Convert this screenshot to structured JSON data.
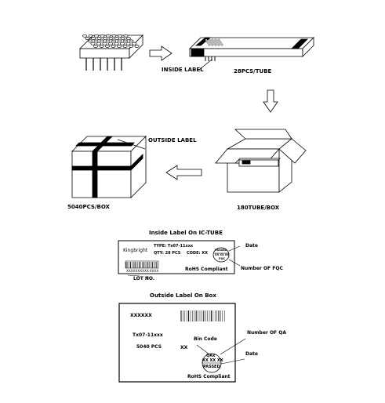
{
  "step_labels": {
    "inside_label": "INSIDE LABEL",
    "pcs_per_tube": "28PCS/TUBE",
    "outside_label": "OUTSIDE LABEL",
    "tubes_per_box": "180TUBE/BOX",
    "pcs_per_box": "5040PCS/BOX"
  },
  "inside_label_section": {
    "title": "Inside Label On IC-TUBE",
    "brand": "Kingbright",
    "type_line": "TYPE: Tx07-11xxx",
    "qty_line": "QTY: 28 PCS",
    "code_line": "CODE: XX",
    "barcode_text": "XXXXXXXXXX-XXXX",
    "rohs": "RoHS Compliant",
    "lot_no": "LOT NO.",
    "date_callout": "Date",
    "fqc_callout": "Number OF FQC",
    "seal_passed": "PASSED",
    "seal_codes": "XX  XX  XX",
    "seal_fqc": "FQC"
  },
  "outside_label_section": {
    "title": "Outside Label On Box",
    "code_text": "XXXXXX",
    "type_text": "Tx07-11xxx",
    "quantity_text": "5040    PCS",
    "bin_value": "XX",
    "bin_code_callout": "Bin Code",
    "qa_callout": "Number OF QA",
    "date_callout": "Date",
    "seal_qa": "QAx",
    "seal_codes": "XX  XX  XX",
    "seal_passed": "PASSED",
    "rohs": "RoHS Compliant"
  }
}
